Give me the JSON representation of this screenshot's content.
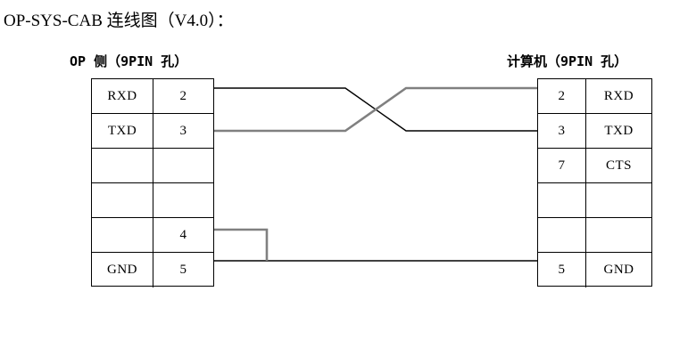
{
  "title": "OP-SYS-CAB 连线图（V4.0）：",
  "headers": {
    "left": "OP 侧（9PIN 孔）",
    "right": "计算机（9PIN 孔）"
  },
  "left_table": {
    "rows": [
      {
        "signal": "RXD",
        "pin": "2"
      },
      {
        "signal": "TXD",
        "pin": "3"
      },
      {
        "signal": "",
        "pin": ""
      },
      {
        "signal": "",
        "pin": ""
      },
      {
        "signal": "",
        "pin": "4"
      },
      {
        "signal": "GND",
        "pin": "5"
      }
    ]
  },
  "right_table": {
    "rows": [
      {
        "pin": "2",
        "signal": "RXD"
      },
      {
        "pin": "3",
        "signal": "TXD"
      },
      {
        "pin": "7",
        "signal": "CTS"
      },
      {
        "pin": "",
        "signal": ""
      },
      {
        "pin": "",
        "signal": ""
      },
      {
        "pin": "5",
        "signal": "GND"
      }
    ]
  },
  "connections": [
    {
      "name": "rxd-to-txd",
      "from": "OP.2 RXD",
      "to": "PC.3 TXD",
      "color": "#000000",
      "crossed": true
    },
    {
      "name": "txd-to-rxd",
      "from": "OP.3 TXD",
      "to": "PC.2 RXD",
      "color": "#808080",
      "crossed": true
    },
    {
      "name": "gnd-to-gnd",
      "from": "OP.5 GND",
      "to": "PC.5 GND",
      "color": "#000000",
      "crossed": false
    },
    {
      "name": "pin4-loopback",
      "from": "OP.4",
      "to": "OP.5 GND",
      "color": "#808080",
      "crossed": false
    }
  ],
  "colors": {
    "wire_black": "#000000",
    "wire_gray": "#808080",
    "border": "#000000",
    "background": "#ffffff"
  }
}
